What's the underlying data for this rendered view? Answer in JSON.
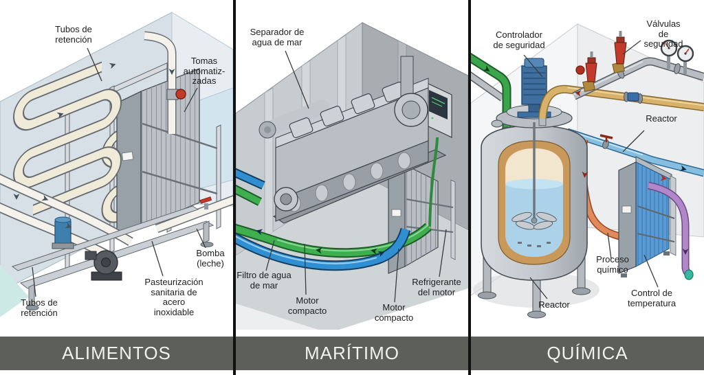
{
  "panels": [
    {
      "title": "ALIMENTOS",
      "labels": [
        "Tubos de\nretención",
        "Tomas\nautomatiz-\nzadas",
        "Bomba\n(leche)",
        "Pasteurización\nsanitaria de\nacero inoxidable",
        "Tubos de\nretención"
      ]
    },
    {
      "title": "MARÍTIMO",
      "labels": [
        "Separador de\nagua de mar",
        "Filtro de agua\nde mar",
        "Motor\ncompacto",
        "Motor\ncompacto",
        "Refrigerante\ndel motor"
      ]
    },
    {
      "title": "QUÍMICA",
      "labels": [
        "Controlador\nde seguridad",
        "Válvulas de\nseguridad",
        "Reactor",
        "Proceso\nquímico",
        "Reactor",
        "Control de\ntemperatura"
      ]
    }
  ],
  "colors": {
    "band": "#5c5f5a",
    "band_text": "#f1f1ef",
    "divider": "#111111",
    "label_text": "#1e1e1e",
    "cream_pipe": "#f0ead9",
    "green_pipe": "#3aa54a",
    "blue_pipe": "#2f8fd0",
    "light_blue_pipe": "#85bede",
    "gold_pipe": "#d8b26a",
    "salmon_pipe": "#e08a5a",
    "purple_pipe": "#b287c9",
    "teal_cap": "#35b8a0",
    "red_valve": "#c23b2a",
    "steel": "#b9bfc5"
  }
}
